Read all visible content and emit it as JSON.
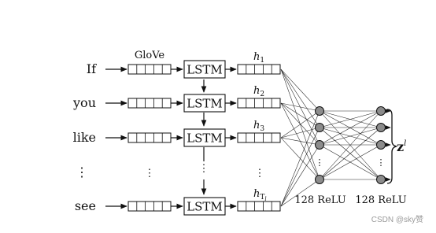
{
  "diagram": {
    "words": [
      "If",
      "you",
      "like",
      "⋮",
      "see"
    ],
    "embedding_label": "GloVe",
    "lstm_label": "LSTM",
    "hidden_main": [
      "h",
      "h",
      "h",
      "⋮",
      "h"
    ],
    "hidden_sub": [
      "1",
      "2",
      "3",
      "",
      "T"
    ],
    "hidden_subsub": [
      "",
      "",
      "",
      "",
      "l"
    ],
    "dots_vertical": "⋮",
    "layer1_label": "128 ReLU",
    "layer2_label": "128 ReLU",
    "output_main": "z",
    "output_sup": "l",
    "watermark": "CSDN @sky赞"
  }
}
